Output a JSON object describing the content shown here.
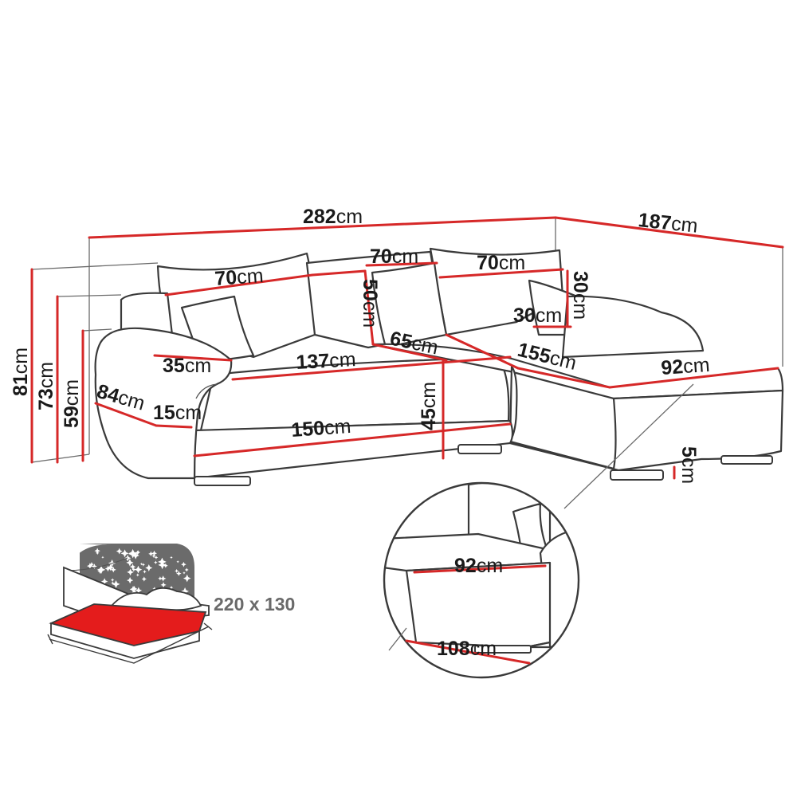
{
  "unit": "cm",
  "accent_color": "#d62828",
  "dimensions": {
    "total_width": "282",
    "total_depth": "187",
    "back_cushion_left": "70",
    "back_cushion_mid": "70",
    "back_cushion_right": "70",
    "cushion_height": "50",
    "small_pillow_h": "30",
    "small_pillow_w": "30",
    "armrest_width": "35",
    "seat_width": "137",
    "seat_depth": "65",
    "chaise_length": "155",
    "chaise_width": "92",
    "height_back": "81",
    "height_mid": "73",
    "height_arm": "59",
    "arm_depth": "84",
    "arm_top": "15",
    "front_width": "150",
    "seat_height": "45",
    "leg_height": "5"
  },
  "inset": {
    "top_width": "92",
    "bottom_width": "108"
  },
  "bed": {
    "size": "220 x 130"
  }
}
